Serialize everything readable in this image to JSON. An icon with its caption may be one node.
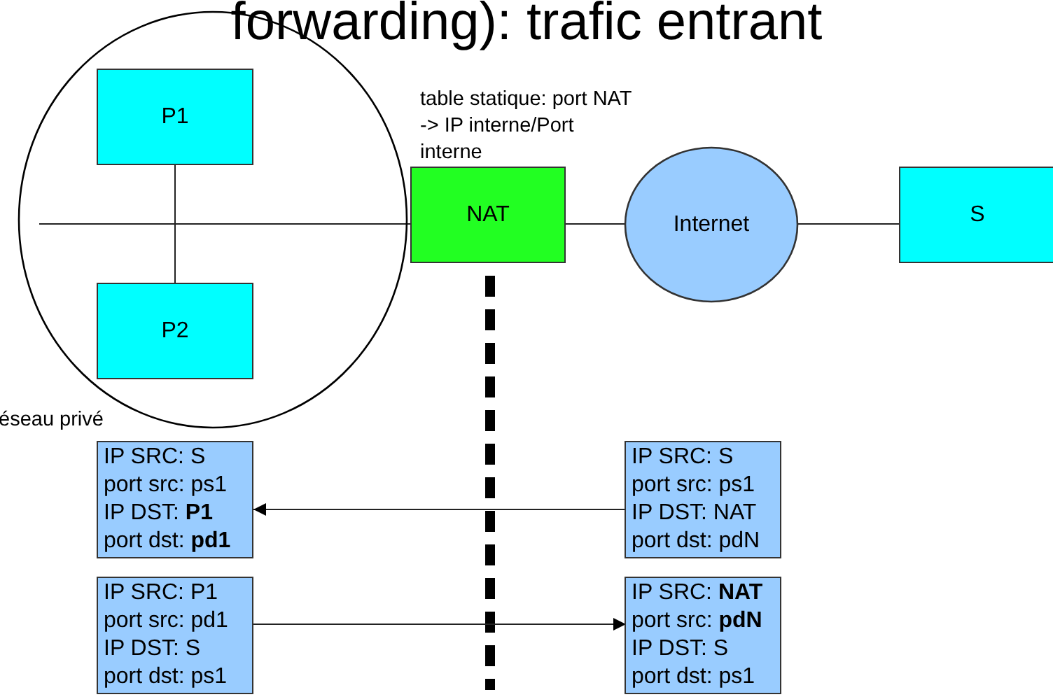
{
  "diagram": {
    "title": "forwarding): trafic entrant",
    "nodes": [
      {
        "text": [],
        "shape": "circle",
        "beside": [
          "éseau privé"
        ]
      },
      {
        "text": [
          "P1"
        ],
        "in": 0
      },
      {
        "text": [
          "P2"
        ],
        "in": 0
      },
      {
        "text": [
          "NAT"
        ]
      },
      {
        "text": [
          "Internet"
        ]
      },
      {
        "text": [
          "S"
        ]
      },
      {
        "text": [
          "IP SRC: S",
          "port src: ps1",
          "IP DST: **P1**",
          "port dst: **pd1**"
        ]
      },
      {
        "text": [
          "IP SRC: S",
          "port src: ps1",
          "IP DST: NAT",
          "port dst: pdN"
        ]
      },
      {
        "text": [
          "IP SRC: P1",
          "port src: pd1",
          "IP DST: S",
          "port dst: ps1"
        ]
      },
      {
        "text": [
          "IP SRC: **NAT**",
          "port src: **pdN**",
          "IP DST: S",
          "port dst: ps1"
        ]
      }
    ],
    "edges": [
      {
        "from": 1,
        "to": 2,
        "arrow": "none"
      },
      {
        "from": null,
        "to": 3,
        "arrow": "none"
      },
      {
        "from": 3,
        "to": 4,
        "arrow": "none"
      },
      {
        "from": 4,
        "to": 5,
        "arrow": "none"
      },
      {
        "from": 7,
        "to": 6,
        "arrow": "to"
      },
      {
        "from": 8,
        "to": 9,
        "arrow": "to"
      }
    ],
    "labels": [
      "table statique: port NAT -> IP interne/Port interne"
    ]
  }
}
